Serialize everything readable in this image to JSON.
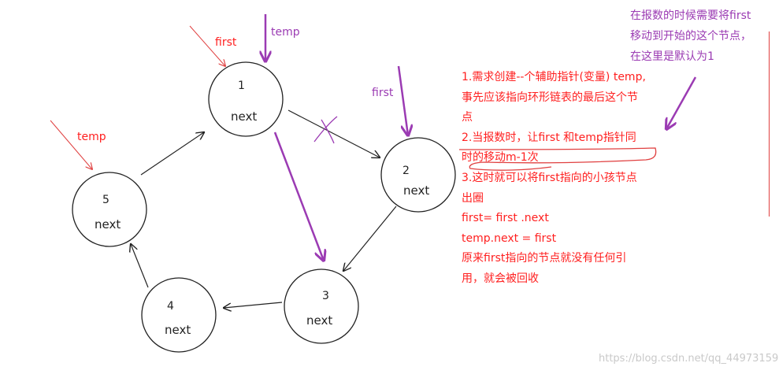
{
  "nodes": [
    {
      "id": "1",
      "field": "next"
    },
    {
      "id": "2",
      "field": "next"
    },
    {
      "id": "3",
      "field": "next"
    },
    {
      "id": "4",
      "field": "next"
    },
    {
      "id": "5",
      "field": "next"
    }
  ],
  "pointers": {
    "first_top": "first",
    "temp_top": "temp",
    "first_right": "first",
    "temp_left": "temp"
  },
  "notes": [
    "1.需求创建--个辅助指针(变量) temp,",
    "事先应该指向环形链表的最后这个节",
    "点",
    "2.当报数时，让first 和temp指针同",
    "时的移动m-1次",
    "3.这时就可以将first指向的小孩节点",
    "出圈",
    "first= first .next",
    "temp.next = first",
    "原来first指向的节点就没有任何引",
    "用，就会被回收"
  ],
  "side_note": [
    "在报数的时候需要将first",
    "移动到开始的这个节点，",
    "在这里是默认为1"
  ],
  "watermark": "https://blog.csdn.net/qq_44973159",
  "colors": {
    "red": "#ff2020",
    "purple": "#9b3bb3",
    "black": "#222222"
  }
}
